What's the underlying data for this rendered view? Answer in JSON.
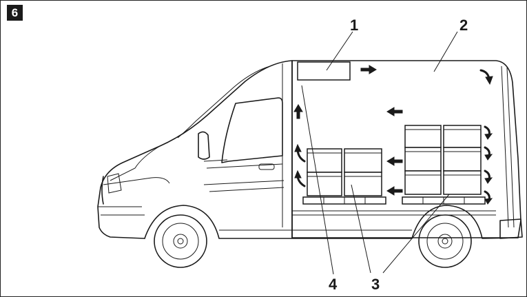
{
  "figure": {
    "number": "6"
  },
  "callouts": [
    {
      "id": "1",
      "label": "1"
    },
    {
      "id": "2",
      "label": "2"
    },
    {
      "id": "3",
      "label": "3"
    },
    {
      "id": "4",
      "label": "4"
    }
  ],
  "icons": {
    "arrow": "flow-arrow-icon"
  }
}
